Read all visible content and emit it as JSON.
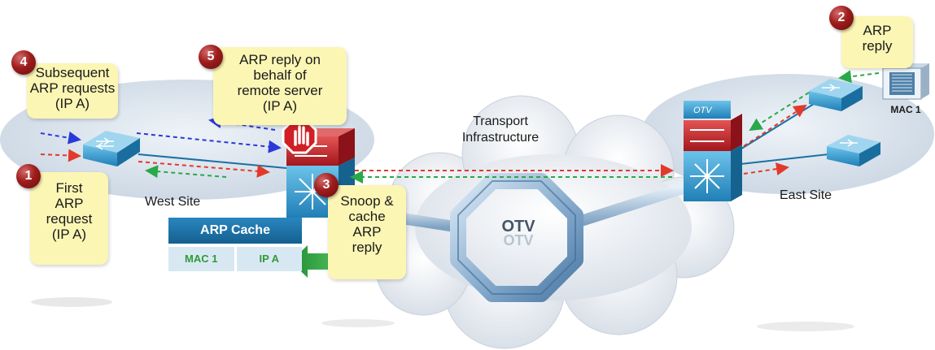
{
  "callouts": {
    "step1": {
      "number": "1",
      "text": "First\nARP\nrequest\n(IP A)"
    },
    "step2": {
      "number": "2",
      "text": "ARP\nreply"
    },
    "step3": {
      "number": "3",
      "text": "Snoop &\ncache\nARP\nreply"
    },
    "step4": {
      "number": "4",
      "text": "Subsequent\nARP requests\n(IP A)"
    },
    "step5": {
      "number": "5",
      "text": "ARP reply on\nbehalf of\nremote server\n(IP A)"
    }
  },
  "sites": {
    "west": "West Site",
    "east": "East Site"
  },
  "transport": "Transport\nInfrastructure",
  "otv_ring_label": "OTV",
  "otv_device_label": "OTV",
  "server_label": "MAC 1",
  "arp_cache": {
    "title": "ARP Cache",
    "entries": [
      {
        "mac": "MAC 1",
        "ip": "IP A"
      }
    ]
  },
  "colors": {
    "request_arrow": "#e23a2a",
    "reply_arrow": "#2aa84a",
    "subsequent_arrow": "#2a3ad8",
    "site_ellipse": "#dbe5ef",
    "switch": "#3ba3d6",
    "router_red": "#c8282e",
    "callout_fill": "#fbf6b4",
    "badge": "#9e1c1c"
  }
}
